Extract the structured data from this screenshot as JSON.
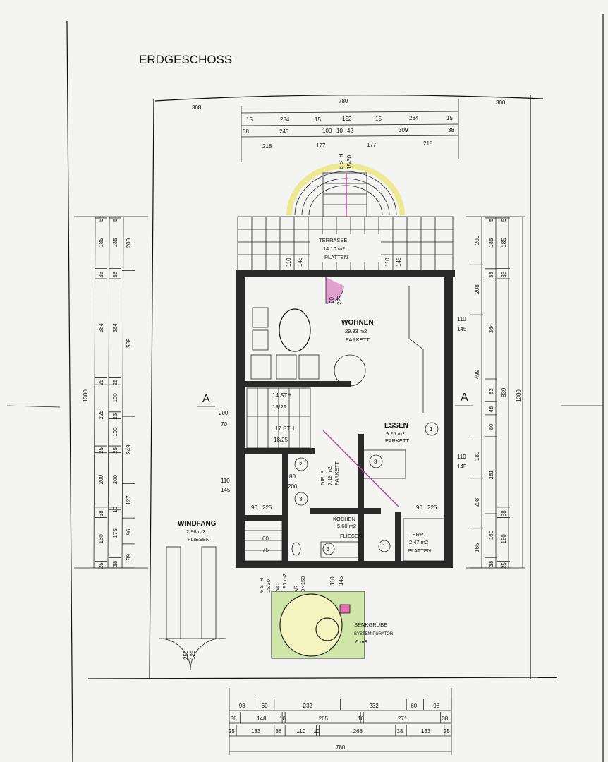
{
  "title": "ERDGESCHOSS",
  "top_dims": {
    "overall": "780",
    "left_offset": "308",
    "right_offset": "300",
    "row1": [
      "15",
      "284",
      "15",
      "152",
      "15",
      "284",
      "15"
    ],
    "row2": [
      "38",
      "243",
      "100",
      "10",
      "42",
      "309",
      "38"
    ],
    "row3": [
      "218",
      "177",
      "177",
      "218"
    ]
  },
  "bottom_dims": {
    "row1": [
      "98",
      "60",
      "232",
      "232",
      "60",
      "98"
    ],
    "row2": [
      "38",
      "148",
      "10",
      "265",
      "10",
      "271",
      "38"
    ],
    "row3": [
      "25",
      "133",
      "38",
      "110",
      "10",
      "268",
      "38",
      "133",
      "25"
    ],
    "overall": "780"
  },
  "left_dims": {
    "col1": [
      "5",
      "185",
      "38",
      "364",
      "25",
      "225",
      "25",
      "200",
      "38",
      "160",
      "25"
    ],
    "col2": [
      "5",
      "185",
      "38",
      "364",
      "25",
      "100",
      "25",
      "100",
      "25",
      "200",
      "10",
      "175",
      "38"
    ],
    "col3": [
      "200",
      "539",
      "249",
      "127",
      "96",
      "89"
    ],
    "overall": "1300"
  },
  "right_dims": {
    "col1": [
      "200",
      "208",
      "499",
      "180",
      "208",
      "165"
    ],
    "col2": [
      "5",
      "185",
      "38",
      "364",
      "83",
      "48",
      "80",
      "281",
      "160",
      "38"
    ],
    "col3": [
      "5",
      "185",
      "38",
      "839",
      "38",
      "160",
      "25"
    ],
    "overall": "1300"
  },
  "rooms": {
    "terrasse": {
      "name": "TERRASSE",
      "area": "14.10 m2",
      "floor": "PLATTEN"
    },
    "wohnen": {
      "name": "WOHNEN",
      "area": "29.83 m2",
      "floor": "PARKETT"
    },
    "essen": {
      "name": "ESSEN",
      "area": "9.25 m2",
      "floor": "PARKETT"
    },
    "diele": {
      "name": "DIELE",
      "area": "7.18 m2",
      "floor": "PARKETT"
    },
    "kochen": {
      "name": "KOCHEN",
      "area": "5.60 m2",
      "floor": "FLIESEN"
    },
    "terr": {
      "name": "TERR.",
      "area": "2.47 m2",
      "floor": "PLATTEN"
    },
    "windfang": {
      "name": "WINDFANG",
      "area": "2.96 m2",
      "floor": "FLIESEN"
    },
    "wc": {
      "name": "WC",
      "area": "1.87 m2"
    },
    "senkgrube": {
      "name": "SENKGRUBE",
      "system": "SYSTEM PURATOR",
      "volume": "6 m3"
    }
  },
  "stairs": {
    "top": [
      "6 STH",
      "15/30"
    ],
    "upper": [
      "14 STH",
      "18/25"
    ],
    "lower": [
      "17 STH",
      "18/25"
    ],
    "entry": [
      "6 STH",
      "15/30"
    ]
  },
  "openings": {
    "w110": "110",
    "w145": "145",
    "d80": "80",
    "d200": "200",
    "d90": "90",
    "d225": "225",
    "d60": "60",
    "d75": "75",
    "d70": "70",
    "d229": "229",
    "ar": "AR",
    "dn150": "DN150",
    "g250": "250",
    "g125": "125"
  },
  "section_mark": "A",
  "markers": [
    "1",
    "2",
    "3"
  ]
}
